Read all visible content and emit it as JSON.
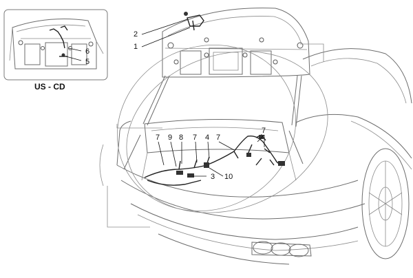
{
  "inset": {
    "title": "US - CD",
    "callouts": [
      "6",
      "5"
    ]
  },
  "callouts": {
    "c1": "1",
    "c2": "2",
    "c3": "3",
    "c4": "4",
    "c7a": "7",
    "c7b": "7",
    "c7c": "7",
    "c7d": "7",
    "c8": "8",
    "c9": "9",
    "c10": "10"
  }
}
